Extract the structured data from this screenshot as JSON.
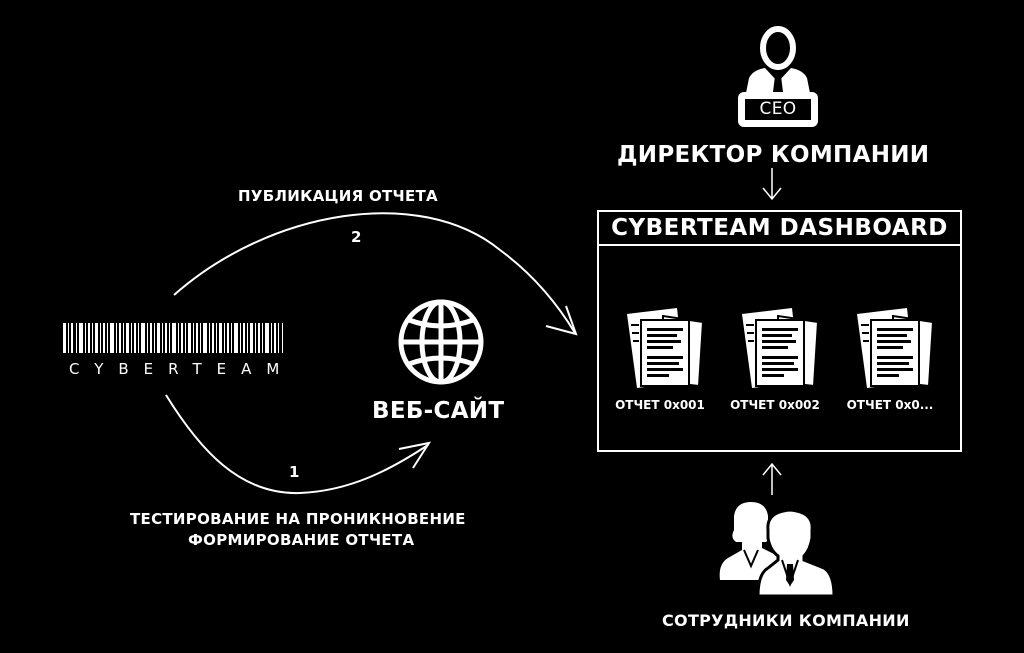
{
  "brand": {
    "barcode_text": "CYBERTEAM"
  },
  "steps": {
    "step1": {
      "number": "1",
      "label_line1": "ТЕСТИРОВАНИЕ НА ПРОНИКНОВЕНИЕ",
      "label_line2": "ФОРМИРОВАНИЕ ОТЧЕТА"
    },
    "step2": {
      "number": "2",
      "label": "ПУБЛИКАЦИЯ ОТЧЕТА"
    }
  },
  "website": {
    "icon": "globe-icon",
    "label": "ВЕБ-САЙТ"
  },
  "ceo": {
    "icon": "ceo-icon",
    "badge": "CEO",
    "label": "ДИРЕКТОР КОМПАНИИ"
  },
  "dashboard": {
    "title": "CYBERTEAM DASHBOARD",
    "reports": [
      {
        "icon": "documents-icon",
        "label": "ОТЧЕТ 0x001"
      },
      {
        "icon": "documents-icon",
        "label": "ОТЧЕТ 0x002"
      },
      {
        "icon": "documents-icon",
        "label": "ОТЧЕТ 0x0..."
      }
    ]
  },
  "employees": {
    "icon": "employees-icon",
    "label": "СОТРУДНИКИ КОМПАНИИ"
  },
  "colors": {
    "background": "#000000",
    "foreground": "#ffffff"
  }
}
